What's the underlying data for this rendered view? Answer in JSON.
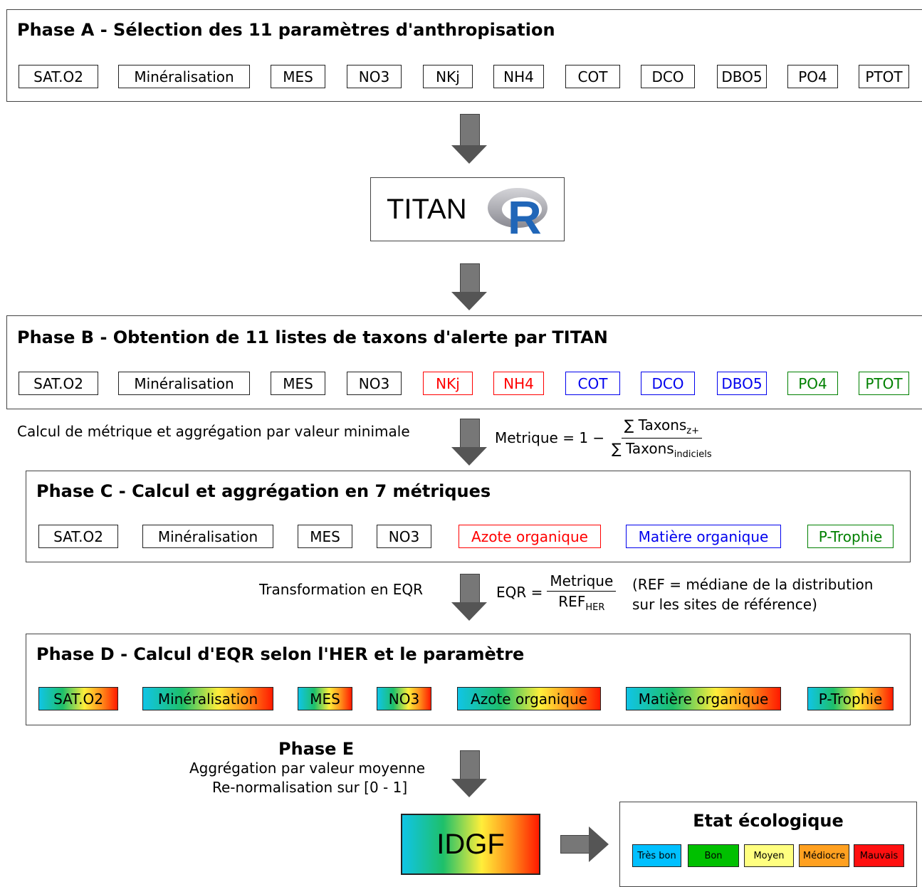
{
  "phase_a": {
    "title": "Phase A - Sélection des 11 paramètres d'anthropisation",
    "params": [
      "SAT.O2",
      "Minéralisation",
      "MES",
      "NO3",
      "NKj",
      "NH4",
      "COT",
      "DCO",
      "DBO5",
      "PO4",
      "PTOT"
    ]
  },
  "titan": {
    "label": "TITAN",
    "logo_letter": "R"
  },
  "phase_b": {
    "title": "Phase B - Obtention de 11 listes de taxons d'alerte par TITAN",
    "params": [
      "SAT.O2",
      "Minéralisation",
      "MES",
      "NO3",
      "NKj",
      "NH4",
      "COT",
      "DCO",
      "DBO5",
      "PO4",
      "PTOT"
    ],
    "colors": [
      "#000000",
      "#000000",
      "#000000",
      "#000000",
      "#ff0000",
      "#ff0000",
      "#0000ee",
      "#0000ee",
      "#0000ee",
      "#008000",
      "#008000"
    ]
  },
  "step_bc": {
    "text": "Calcul de métrique et aggrégation par valeur minimale",
    "formula_lhs": "Metrique = 1 −",
    "formula_num": "∑ Taxons",
    "formula_num_sub": "z+",
    "formula_den": "∑ Taxons",
    "formula_den_sub": "indiciels"
  },
  "phase_c": {
    "title": "Phase C - Calcul et aggrégation en 7 métriques",
    "metrics": [
      "SAT.O2",
      "Minéralisation",
      "MES",
      "NO3",
      "Azote organique",
      "Matière organique",
      "P-Trophie"
    ],
    "colors": [
      "#000000",
      "#000000",
      "#000000",
      "#000000",
      "#ff0000",
      "#0000ee",
      "#008000"
    ]
  },
  "step_cd": {
    "text": "Transformation en EQR",
    "formula_lhs": "EQR =",
    "formula_num": "Metrique",
    "formula_den": "REF",
    "formula_den_sub": "HER",
    "note_line1": "(REF = médiane de la distribution",
    "note_line2": "sur les sites de référence)"
  },
  "phase_d": {
    "title": "Phase D - Calcul d'EQR selon l'HER et le paramètre",
    "metrics": [
      "SAT.O2",
      "Minéralisation",
      "MES",
      "NO3",
      "Azote organique",
      "Matière organique",
      "P-Trophie"
    ]
  },
  "phase_e": {
    "title": "Phase E",
    "line1": "Aggrégation par valeur moyenne",
    "line2": "Re-normalisation sur [0 - 1]"
  },
  "idgf": {
    "label": "IDGF"
  },
  "etat": {
    "title": "Etat écologique",
    "classes": [
      {
        "label": "Très bon",
        "color": "#00c0ff"
      },
      {
        "label": "Bon",
        "color": "#00c000"
      },
      {
        "label": "Moyen",
        "color": "#ffff80"
      },
      {
        "label": "Médiocre",
        "color": "#ffa020"
      },
      {
        "label": "Mauvais",
        "color": "#ff1010"
      }
    ]
  }
}
